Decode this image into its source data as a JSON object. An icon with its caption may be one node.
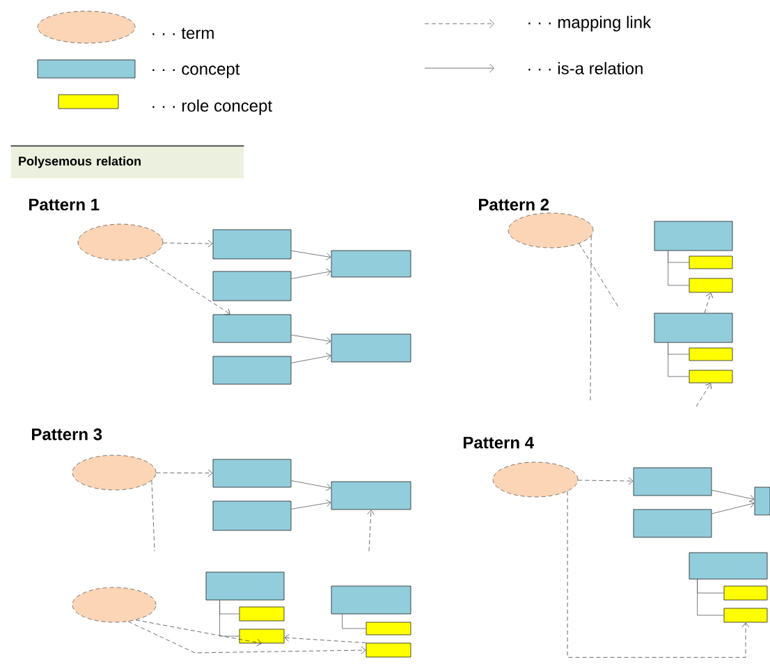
{
  "diagram": {
    "nodes": [
      {
        "text": [
          "Polysemous relation"
        ]
      },
      {
        "text": [],
        "shape": "ellipse"
      },
      {
        "text": [],
        "shape": "box"
      },
      {
        "text": [],
        "shape": "box"
      },
      {
        "text": [],
        "shape": "box"
      },
      {
        "text": [],
        "shape": "box"
      },
      {
        "text": [],
        "shape": "box"
      },
      {
        "text": [],
        "shape": "box"
      },
      {
        "text": [],
        "shape": "ellipse"
      },
      {
        "text": [],
        "shape": "box"
      },
      {
        "text": [],
        "shape": "bar"
      },
      {
        "text": [],
        "shape": "bar"
      },
      {
        "text": [],
        "shape": "box"
      },
      {
        "text": [],
        "shape": "bar"
      },
      {
        "text": [],
        "shape": "bar"
      },
      {
        "text": [],
        "shape": "ellipse"
      },
      {
        "text": [],
        "shape": "box"
      },
      {
        "text": [],
        "shape": "box"
      },
      {
        "text": [],
        "shape": "box"
      },
      {
        "text": [],
        "shape": "ellipse"
      },
      {
        "text": [],
        "shape": "box"
      },
      {
        "text": [],
        "shape": "bar"
      },
      {
        "text": [],
        "shape": "bar"
      },
      {
        "text": [],
        "shape": "box"
      },
      {
        "text": [],
        "shape": "bar"
      },
      {
        "text": [],
        "shape": "bar"
      },
      {
        "text": [],
        "shape": "ellipse"
      },
      {
        "text": [],
        "shape": "box"
      },
      {
        "text": [],
        "shape": "box"
      },
      {
        "text": [],
        "shape": "box"
      },
      {
        "text": [],
        "shape": "box"
      },
      {
        "text": [],
        "shape": "bar"
      },
      {
        "text": [],
        "shape": "bar"
      }
    ],
    "edges": [
      {
        "from": 1,
        "to": 2,
        "arrow": "to",
        "style": "dashed"
      },
      {
        "from": 1,
        "to": 4,
        "arrow": "to",
        "style": "dashed"
      },
      {
        "from": 2,
        "to": 6,
        "arrow": "to"
      },
      {
        "from": 3,
        "to": 6,
        "arrow": "to"
      },
      {
        "from": 4,
        "to": 7,
        "arrow": "to"
      },
      {
        "from": 5,
        "to": 7,
        "arrow": "to"
      },
      {
        "from": 8,
        "to": null,
        "arrow": "none",
        "style": "dashed"
      },
      {
        "from": 8,
        "to": null,
        "arrow": "none",
        "style": "dashed"
      },
      {
        "from": 12,
        "to": 11,
        "arrow": "to",
        "style": "dashed"
      },
      {
        "from": null,
        "to": 14,
        "arrow": "to",
        "style": "dashed"
      },
      {
        "from": 9,
        "to": 10,
        "arrow": "none"
      },
      {
        "from": 9,
        "to": 11,
        "arrow": "none"
      },
      {
        "from": 12,
        "to": 13,
        "arrow": "none"
      },
      {
        "from": 12,
        "to": 14,
        "arrow": "none"
      },
      {
        "from": 15,
        "to": 16,
        "arrow": "to",
        "style": "dashed"
      },
      {
        "from": 16,
        "to": 18,
        "arrow": "to"
      },
      {
        "from": 17,
        "to": 18,
        "arrow": "to"
      },
      {
        "from": 15,
        "to": null,
        "arrow": "none",
        "style": "dashed"
      },
      {
        "from": null,
        "to": 18,
        "arrow": "to",
        "style": "dashed"
      },
      {
        "from": 20,
        "to": 21,
        "arrow": "none"
      },
      {
        "from": 20,
        "to": 22,
        "arrow": "none"
      },
      {
        "from": 23,
        "to": 24,
        "arrow": "none"
      },
      {
        "from": 19,
        "to": 22,
        "arrow": "to",
        "style": "dashed"
      },
      {
        "from": 19,
        "to": 25,
        "arrow": "to",
        "style": "dashed"
      },
      {
        "from": 25,
        "to": 22,
        "arrow": "to",
        "style": "dashed"
      },
      {
        "from": 26,
        "to": 27,
        "arrow": "to",
        "style": "dashed"
      },
      {
        "from": 27,
        "to": 29,
        "arrow": "to"
      },
      {
        "from": 28,
        "to": 29,
        "arrow": "to"
      },
      {
        "from": 26,
        "to": 32,
        "arrow": "to",
        "style": "dashed"
      },
      {
        "from": 30,
        "to": 31,
        "arrow": "none"
      },
      {
        "from": 30,
        "to": 32,
        "arrow": "none"
      }
    ],
    "labels": [
      "Pattern 1",
      "Pattern 2",
      "Pattern 3",
      "Pattern 4"
    ],
    "legend": [
      {
        "text": "· · · term",
        "color": "#fbd5b5"
      },
      {
        "text": "· · · concept",
        "color": "#92cddc"
      },
      {
        "text": "· · · role concept",
        "color": "#ffff00"
      },
      {
        "text": "· · · mapping link"
      },
      {
        "text": "· · · is-a relation"
      }
    ]
  }
}
